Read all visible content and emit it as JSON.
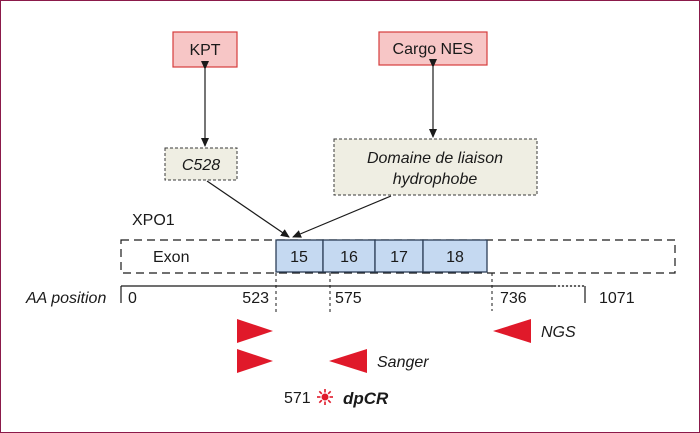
{
  "boxes": {
    "kpt": "KPT",
    "cargo_nes": "Cargo NES",
    "c528": "C528",
    "domain_line1": "Domaine de liaison",
    "domain_line2": "hydrophobe"
  },
  "gene": {
    "name": "XPO1",
    "exon_label": "Exon",
    "exons": [
      "15",
      "16",
      "17",
      "18"
    ]
  },
  "aa_axis": {
    "label": "AA position",
    "ticks": [
      "0",
      "523",
      "575",
      "736",
      "1071"
    ]
  },
  "primers": {
    "ngs_label": "NGS",
    "sanger_label": "Sanger"
  },
  "dpcr": {
    "position": "571",
    "label": "dpCR"
  },
  "colors": {
    "frame": "#8b1a4a",
    "pink_fill": "#f7c6c6",
    "pink_stroke": "#d63c3c",
    "beige_fill": "#efeee3",
    "exon_fill": "#c5d9f1",
    "exon_stroke": "#2d3f57",
    "arrow_red": "#e0192a"
  }
}
